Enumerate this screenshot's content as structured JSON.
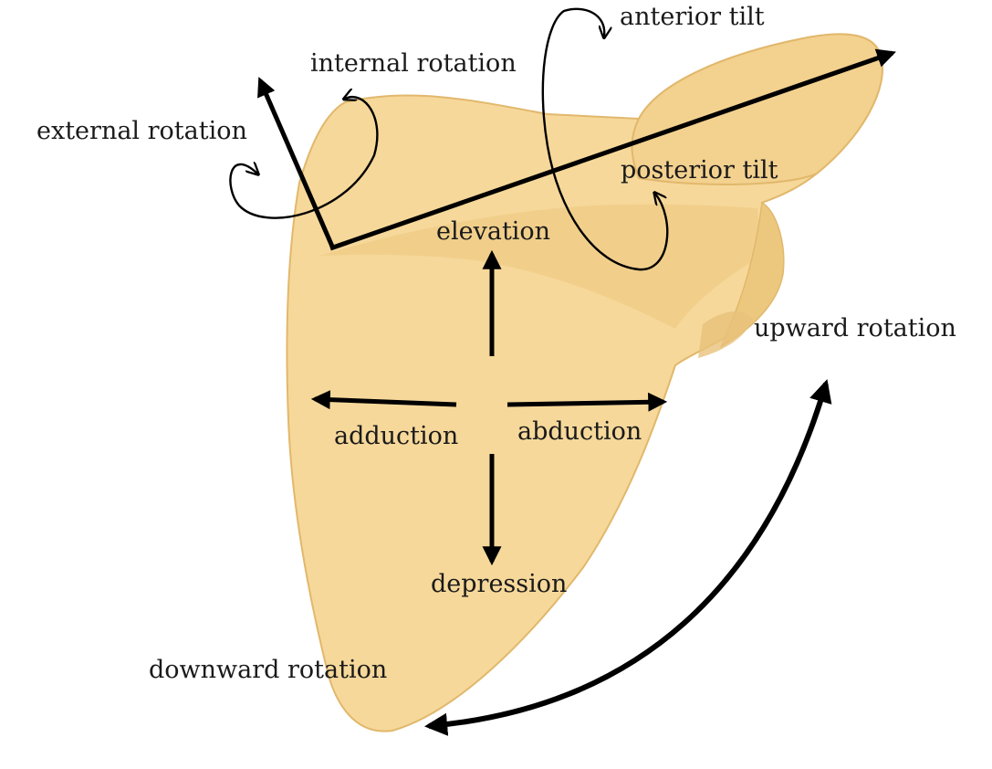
{
  "labels": {
    "anterior_tilt": "anterior tilt",
    "internal_rotation": "internal rotation",
    "external_rotation": "external rotation",
    "posterior_tilt": "posterior tilt",
    "elevation": "elevation",
    "upward_rotation": "upward rotation",
    "adduction": "adduction",
    "abduction": "abduction",
    "depression": "depression",
    "downward_rotation": "downward rotation"
  },
  "colors": {
    "bone_fill": "#f6d89a",
    "bone_shade": "#ecc87f",
    "bone_edge": "#e1b86c",
    "arrow": "#000000",
    "text": "#1a1a1a"
  }
}
